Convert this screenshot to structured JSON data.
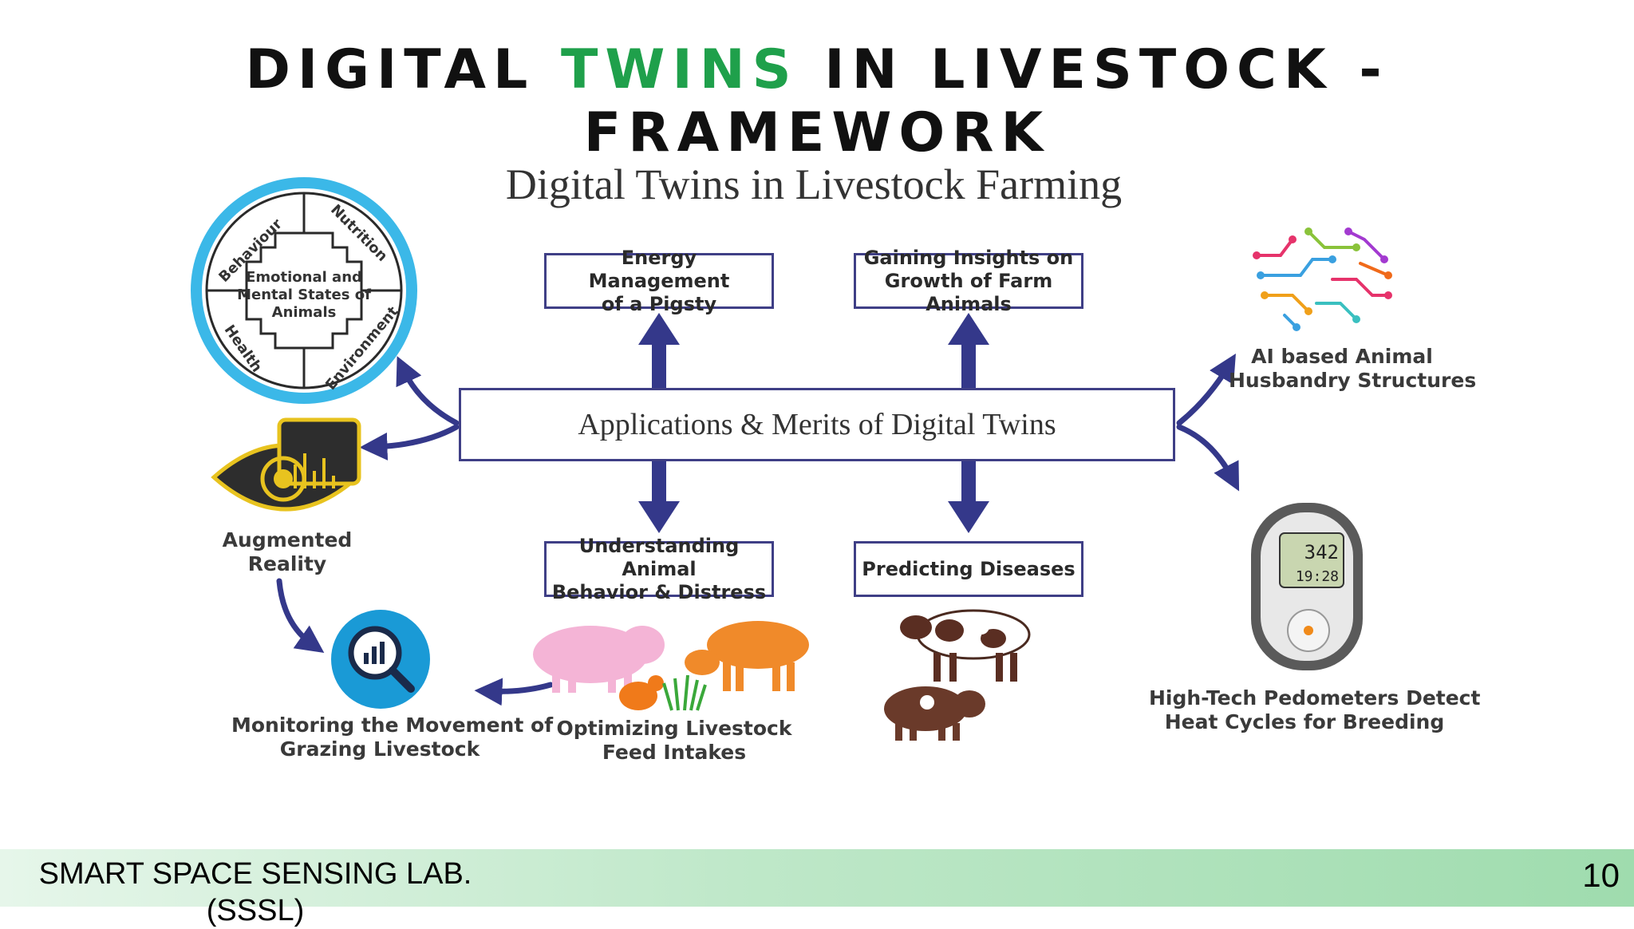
{
  "slide": {
    "title_part1": "DIGITAL ",
    "title_accent": "TWINS",
    "title_part2": " IN LIVESTOCK - FRAMEWORK",
    "accent_color": "#1fa04b"
  },
  "diagram": {
    "title": "Digital Twins in Livestock Farming",
    "center": "Applications & Merits of Digital Twins",
    "boxes": {
      "energy": [
        "Energy Management",
        "of a Pigsty"
      ],
      "insights": [
        "Gaining Insights on",
        "Growth of Farm Animals"
      ],
      "behavior": [
        "Understanding Animal",
        "Behavior & Distress"
      ],
      "diseases": "Predicting Diseases"
    },
    "wheel": {
      "center": [
        "Emotional and",
        "Mental States of",
        "Animals"
      ],
      "segments": [
        "Behaviour",
        "Nutrition",
        "Health",
        "Environment"
      ]
    },
    "labels": {
      "ar": [
        "Augmented",
        "Reality"
      ],
      "grazing": [
        "Monitoring the Movement of",
        "Grazing Livestock"
      ],
      "feed": [
        "Optimizing Livestock",
        "Feed Intakes"
      ],
      "ai": [
        "AI based Animal",
        "Husbandry Structures"
      ],
      "pedometer": [
        "High-Tech Pedometers Detect",
        "Heat Cycles for Breeding"
      ]
    },
    "pedometer_display": {
      "steps": "342",
      "time": "19:28"
    },
    "icons": [
      "emotional-wheel-icon",
      "ar-eye-icon",
      "magnifier-chart-icon",
      "circuit-brain-icon",
      "pedometer-icon",
      "pig-icon",
      "cow-icon",
      "hen-icon"
    ],
    "arrow_color": "#34388a"
  },
  "footer": {
    "lab": [
      "SMART SPACE SENSING LAB.",
      "(SSSL)"
    ],
    "page": "10"
  }
}
